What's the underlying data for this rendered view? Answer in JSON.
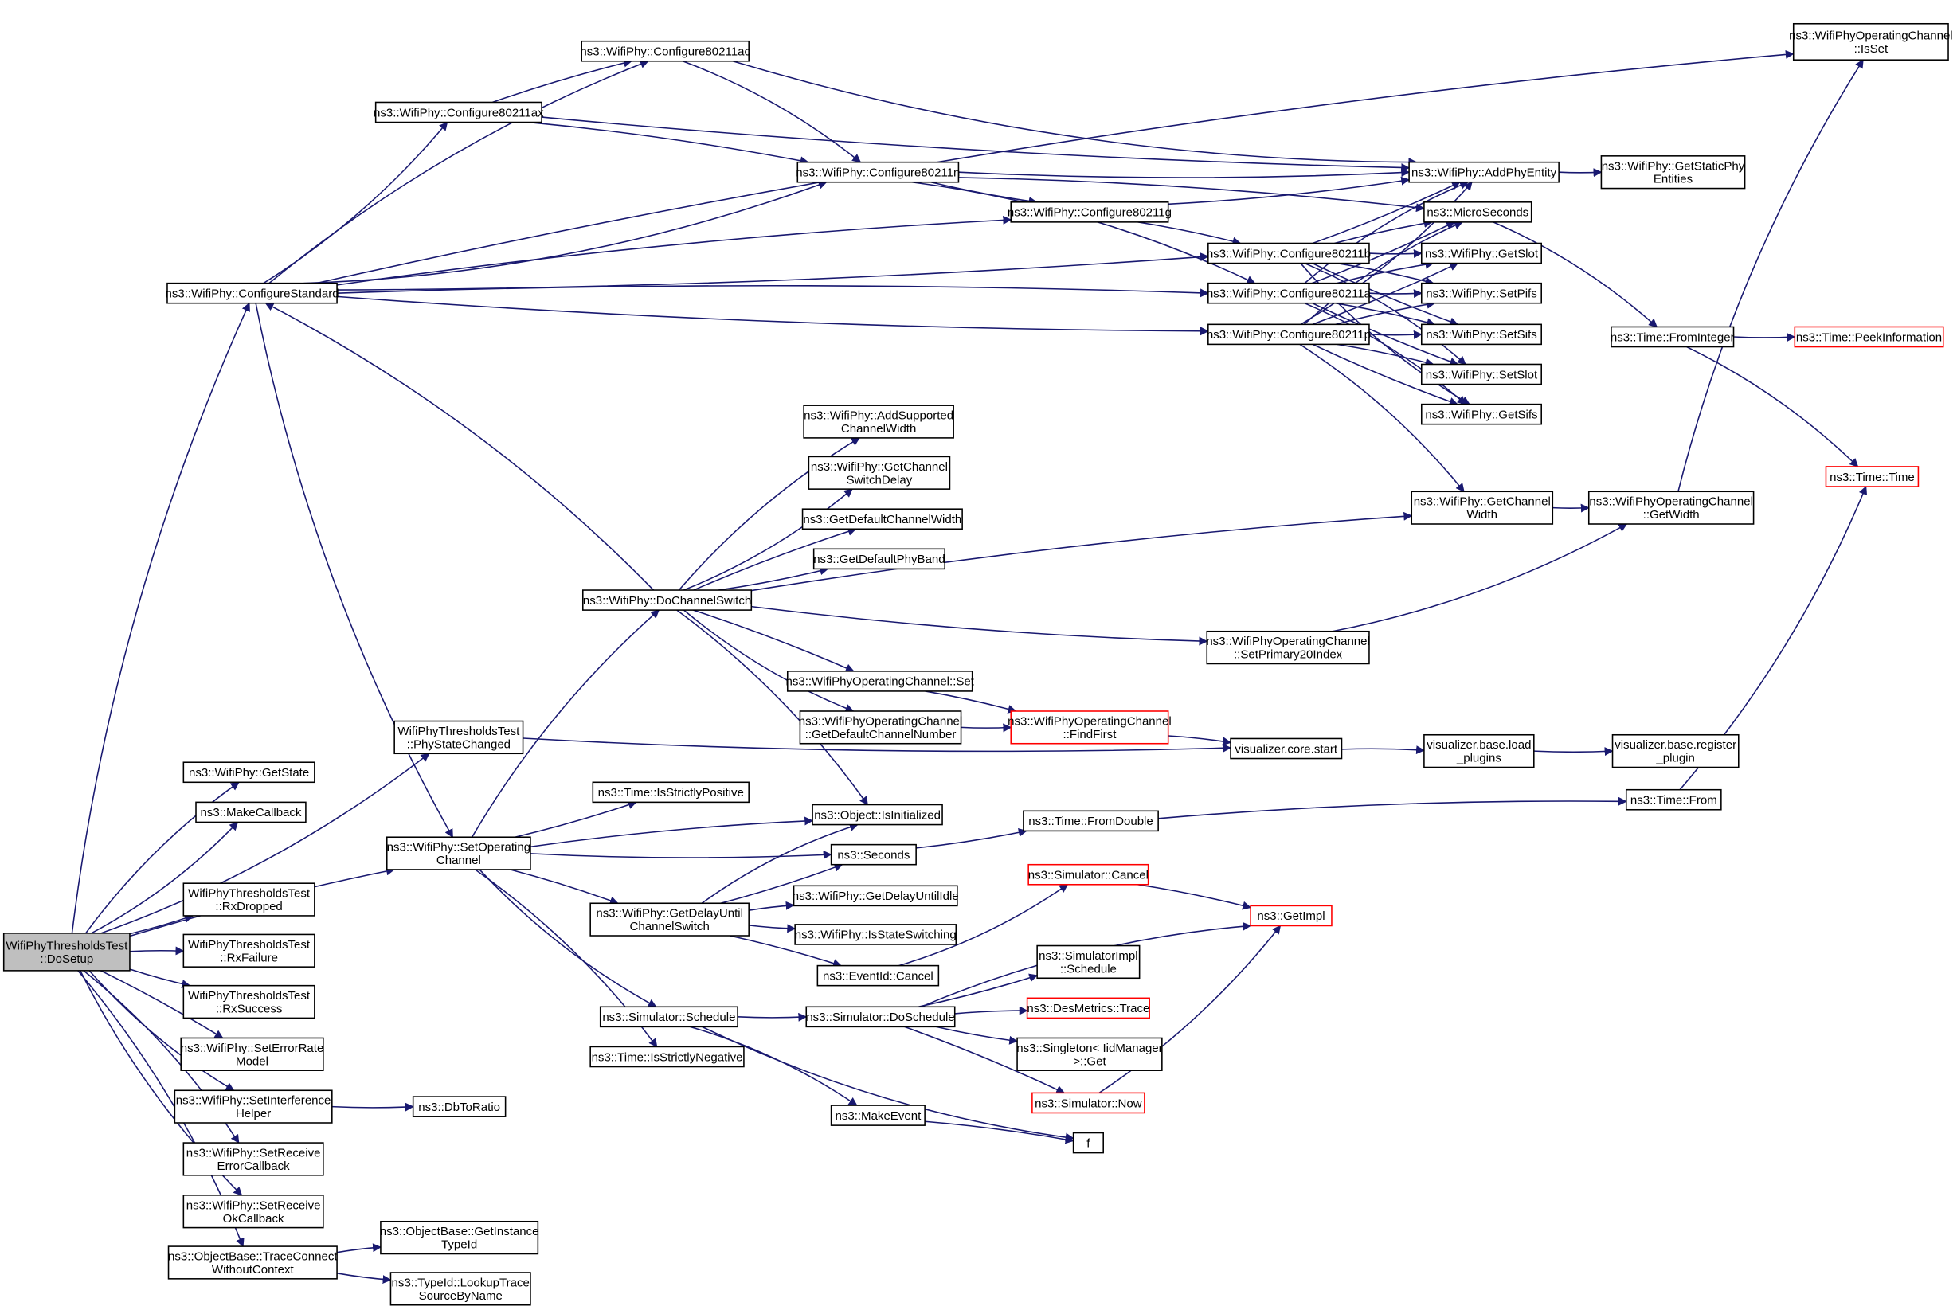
{
  "title": "WifiPhyThresholdsTest::DoSetup call graph",
  "colors": {
    "edge": "#191970",
    "node_border": "#000000",
    "truncated_border": "#ff0000",
    "root_fill": "#bfbfbf",
    "node_fill": "#ffffff",
    "background": "#ffffff"
  },
  "nodes": {
    "dosetup": {
      "lines": [
        "WifiPhyThresholdsTest",
        "::DoSetup"
      ],
      "kind": "root"
    },
    "configure_standard": {
      "lines": [
        "ns3::WifiPhy::ConfigureStandard"
      ]
    },
    "configure_ax": {
      "lines": [
        "ns3::WifiPhy::Configure80211ax"
      ]
    },
    "configure_ac": {
      "lines": [
        "ns3::WifiPhy::Configure80211ac"
      ]
    },
    "configure_n": {
      "lines": [
        "ns3::WifiPhy::Configure80211n"
      ]
    },
    "configure_g": {
      "lines": [
        "ns3::WifiPhy::Configure80211g"
      ]
    },
    "configure_b": {
      "lines": [
        "ns3::WifiPhy::Configure80211b"
      ]
    },
    "configure_a": {
      "lines": [
        "ns3::WifiPhy::Configure80211a"
      ]
    },
    "configure_p": {
      "lines": [
        "ns3::WifiPhy::Configure80211p"
      ]
    },
    "add_phy_entity": {
      "lines": [
        "ns3::WifiPhy::AddPhyEntity"
      ]
    },
    "get_static_phy_entities": {
      "lines": [
        "ns3::WifiPhy::GetStaticPhy",
        "Entities"
      ]
    },
    "micro_seconds": {
      "lines": [
        "ns3::MicroSeconds"
      ]
    },
    "get_slot": {
      "lines": [
        "ns3::WifiPhy::GetSlot"
      ]
    },
    "set_pifs": {
      "lines": [
        "ns3::WifiPhy::SetPifs"
      ]
    },
    "set_sifs": {
      "lines": [
        "ns3::WifiPhy::SetSifs"
      ]
    },
    "set_slot": {
      "lines": [
        "ns3::WifiPhy::SetSlot"
      ]
    },
    "get_sifs": {
      "lines": [
        "ns3::WifiPhy::GetSifs"
      ]
    },
    "is_set": {
      "lines": [
        "ns3::WifiPhyOperatingChannel",
        "::IsSet"
      ]
    },
    "from_integer": {
      "lines": [
        "ns3::Time::FromInteger"
      ]
    },
    "peek_information": {
      "lines": [
        "ns3::Time::PeekInformation"
      ],
      "kind": "truncated"
    },
    "time_time": {
      "lines": [
        "ns3::Time::Time"
      ],
      "kind": "truncated"
    },
    "get_channel_width": {
      "lines": [
        "ns3::WifiPhy::GetChannel",
        "Width"
      ]
    },
    "get_width": {
      "lines": [
        "ns3::WifiPhyOperatingChannel",
        "::GetWidth"
      ]
    },
    "add_supported_channel_width": {
      "lines": [
        "ns3::WifiPhy::AddSupported",
        "ChannelWidth"
      ]
    },
    "get_channel_switch_delay": {
      "lines": [
        "ns3::WifiPhy::GetChannel",
        "SwitchDelay"
      ]
    },
    "get_default_channel_width": {
      "lines": [
        "ns3::GetDefaultChannelWidth"
      ]
    },
    "get_default_phy_band": {
      "lines": [
        "ns3::GetDefaultPhyBand"
      ]
    },
    "do_channel_switch": {
      "lines": [
        "ns3::WifiPhy::DoChannelSwitch"
      ]
    },
    "set_primary20_index": {
      "lines": [
        "ns3::WifiPhyOperatingChannel",
        "::SetPrimary20Index"
      ]
    },
    "operating_channel_set": {
      "lines": [
        "ns3::WifiPhyOperatingChannel::Set"
      ]
    },
    "get_default_channel_number": {
      "lines": [
        "ns3::WifiPhyOperatingChannel",
        "::GetDefaultChannelNumber"
      ]
    },
    "find_first": {
      "lines": [
        "ns3::WifiPhyOperatingChannel",
        "::FindFirst"
      ],
      "kind": "truncated"
    },
    "visualizer_core_start": {
      "lines": [
        "visualizer.core.start"
      ]
    },
    "visualizer_load_plugins": {
      "lines": [
        "visualizer.base.load",
        "_plugins"
      ]
    },
    "visualizer_register_plugin": {
      "lines": [
        "visualizer.base.register",
        "_plugin"
      ]
    },
    "phy_state_changed": {
      "lines": [
        "WifiPhyThresholdsTest",
        "::PhyStateChanged"
      ]
    },
    "get_state": {
      "lines": [
        "ns3::WifiPhy::GetState"
      ]
    },
    "make_callback": {
      "lines": [
        "ns3::MakeCallback"
      ]
    },
    "set_operating_channel": {
      "lines": [
        "ns3::WifiPhy::SetOperating",
        "Channel"
      ]
    },
    "is_strictly_positive": {
      "lines": [
        "ns3::Time::IsStrictlyPositive"
      ]
    },
    "is_initialized": {
      "lines": [
        "ns3::Object::IsInitialized"
      ]
    },
    "seconds": {
      "lines": [
        "ns3::Seconds"
      ]
    },
    "from_double": {
      "lines": [
        "ns3::Time::FromDouble"
      ]
    },
    "time_from": {
      "lines": [
        "ns3::Time::From"
      ]
    },
    "get_delay_until_channel_switch": {
      "lines": [
        "ns3::WifiPhy::GetDelayUntil",
        "ChannelSwitch"
      ]
    },
    "get_delay_until_idle": {
      "lines": [
        "ns3::WifiPhy::GetDelayUntilIdle"
      ]
    },
    "is_state_switching": {
      "lines": [
        "ns3::WifiPhy::IsStateSwitching"
      ]
    },
    "event_id_cancel": {
      "lines": [
        "ns3::EventId::Cancel"
      ]
    },
    "simulator_cancel": {
      "lines": [
        "ns3::Simulator::Cancel"
      ],
      "kind": "truncated"
    },
    "get_impl": {
      "lines": [
        "ns3::GetImpl"
      ],
      "kind": "truncated"
    },
    "simulator_impl_schedule": {
      "lines": [
        "ns3::SimulatorImpl",
        "::Schedule"
      ]
    },
    "des_metrics_trace": {
      "lines": [
        "ns3::DesMetrics::Trace"
      ],
      "kind": "truncated"
    },
    "singleton_get": {
      "lines": [
        "ns3::Singleton< IidManager",
        ">::Get"
      ]
    },
    "simulator_now": {
      "lines": [
        "ns3::Simulator::Now"
      ],
      "kind": "truncated"
    },
    "simulator_schedule": {
      "lines": [
        "ns3::Simulator::Schedule"
      ]
    },
    "simulator_do_schedule": {
      "lines": [
        "ns3::Simulator::DoSchedule"
      ]
    },
    "is_strictly_negative": {
      "lines": [
        "ns3::Time::IsStrictlyNegative"
      ]
    },
    "make_event": {
      "lines": [
        "ns3::MakeEvent"
      ]
    },
    "f": {
      "lines": [
        "f"
      ]
    },
    "rx_dropped": {
      "lines": [
        "WifiPhyThresholdsTest",
        "::RxDropped"
      ]
    },
    "rx_failure": {
      "lines": [
        "WifiPhyThresholdsTest",
        "::RxFailure"
      ]
    },
    "rx_success": {
      "lines": [
        "WifiPhyThresholdsTest",
        "::RxSuccess"
      ]
    },
    "set_error_rate_model": {
      "lines": [
        "ns3::WifiPhy::SetErrorRate",
        "Model"
      ]
    },
    "set_interference_helper": {
      "lines": [
        "ns3::WifiPhy::SetInterference",
        "Helper"
      ]
    },
    "db_to_ratio": {
      "lines": [
        "ns3::DbToRatio"
      ]
    },
    "set_receive_error_callback": {
      "lines": [
        "ns3::WifiPhy::SetReceive",
        "ErrorCallback"
      ]
    },
    "set_receive_ok_callback": {
      "lines": [
        "ns3::WifiPhy::SetReceive",
        "OkCallback"
      ]
    },
    "trace_connect_without_context": {
      "lines": [
        "ns3::ObjectBase::TraceConnect",
        "WithoutContext"
      ]
    },
    "get_instance_type_id": {
      "lines": [
        "ns3::ObjectBase::GetInstance",
        "TypeId"
      ]
    },
    "lookup_trace_source_by_name": {
      "lines": [
        "ns3::TypeId::LookupTrace",
        "SourceByName"
      ]
    }
  },
  "edges": [
    [
      "dosetup",
      "configure_standard"
    ],
    [
      "dosetup",
      "phy_state_changed"
    ],
    [
      "dosetup",
      "get_state"
    ],
    [
      "dosetup",
      "make_callback"
    ],
    [
      "dosetup",
      "set_operating_channel"
    ],
    [
      "dosetup",
      "rx_dropped"
    ],
    [
      "dosetup",
      "rx_failure"
    ],
    [
      "dosetup",
      "rx_success"
    ],
    [
      "dosetup",
      "set_error_rate_model"
    ],
    [
      "dosetup",
      "set_interference_helper"
    ],
    [
      "dosetup",
      "set_receive_error_callback"
    ],
    [
      "dosetup",
      "set_receive_ok_callback"
    ],
    [
      "dosetup",
      "trace_connect_without_context"
    ],
    [
      "configure_standard",
      "configure_ax"
    ],
    [
      "configure_standard",
      "configure_ac"
    ],
    [
      "configure_standard",
      "configure_n"
    ],
    [
      "configure_standard",
      "configure_g"
    ],
    [
      "configure_standard",
      "configure_b"
    ],
    [
      "configure_standard",
      "configure_a"
    ],
    [
      "configure_standard",
      "configure_p"
    ],
    [
      "configure_standard",
      "is_set"
    ],
    [
      "configure_standard",
      "set_operating_channel"
    ],
    [
      "configure_ax",
      "configure_ac"
    ],
    [
      "configure_ax",
      "add_phy_entity"
    ],
    [
      "configure_ax",
      "configure_n"
    ],
    [
      "configure_ac",
      "add_phy_entity"
    ],
    [
      "configure_ac",
      "configure_n"
    ],
    [
      "configure_n",
      "add_phy_entity"
    ],
    [
      "configure_n",
      "micro_seconds"
    ],
    [
      "configure_n",
      "configure_g"
    ],
    [
      "configure_n",
      "configure_a"
    ],
    [
      "configure_g",
      "add_phy_entity"
    ],
    [
      "configure_g",
      "configure_b"
    ],
    [
      "configure_b",
      "add_phy_entity"
    ],
    [
      "configure_b",
      "micro_seconds"
    ],
    [
      "configure_b",
      "get_slot"
    ],
    [
      "configure_b",
      "set_pifs"
    ],
    [
      "configure_b",
      "set_sifs"
    ],
    [
      "configure_b",
      "set_slot"
    ],
    [
      "configure_b",
      "get_sifs"
    ],
    [
      "configure_a",
      "add_phy_entity"
    ],
    [
      "configure_a",
      "micro_seconds"
    ],
    [
      "configure_a",
      "get_slot"
    ],
    [
      "configure_a",
      "set_pifs"
    ],
    [
      "configure_a",
      "set_sifs"
    ],
    [
      "configure_a",
      "set_slot"
    ],
    [
      "configure_a",
      "get_sifs"
    ],
    [
      "configure_p",
      "add_phy_entity"
    ],
    [
      "configure_p",
      "micro_seconds"
    ],
    [
      "configure_p",
      "get_slot"
    ],
    [
      "configure_p",
      "set_pifs"
    ],
    [
      "configure_p",
      "set_sifs"
    ],
    [
      "configure_p",
      "set_slot"
    ],
    [
      "configure_p",
      "get_sifs"
    ],
    [
      "configure_p",
      "get_channel_width"
    ],
    [
      "add_phy_entity",
      "get_static_phy_entities"
    ],
    [
      "micro_seconds",
      "from_integer"
    ],
    [
      "from_integer",
      "peek_information"
    ],
    [
      "from_integer",
      "time_time"
    ],
    [
      "get_channel_width",
      "get_width"
    ],
    [
      "get_width",
      "is_set"
    ],
    [
      "do_channel_switch",
      "configure_standard"
    ],
    [
      "do_channel_switch",
      "add_supported_channel_width"
    ],
    [
      "do_channel_switch",
      "get_channel_switch_delay"
    ],
    [
      "do_channel_switch",
      "get_default_channel_width"
    ],
    [
      "do_channel_switch",
      "get_default_phy_band"
    ],
    [
      "do_channel_switch",
      "get_channel_width"
    ],
    [
      "do_channel_switch",
      "set_primary20_index"
    ],
    [
      "do_channel_switch",
      "operating_channel_set"
    ],
    [
      "do_channel_switch",
      "get_default_channel_number"
    ],
    [
      "do_channel_switch",
      "is_initialized"
    ],
    [
      "set_primary20_index",
      "get_width"
    ],
    [
      "operating_channel_set",
      "find_first"
    ],
    [
      "get_default_channel_number",
      "find_first"
    ],
    [
      "find_first",
      "visualizer_core_start"
    ],
    [
      "phy_state_changed",
      "visualizer_core_start"
    ],
    [
      "visualizer_core_start",
      "visualizer_load_plugins"
    ],
    [
      "visualizer_load_plugins",
      "visualizer_register_plugin"
    ],
    [
      "set_operating_channel",
      "do_channel_switch"
    ],
    [
      "set_operating_channel",
      "is_strictly_positive"
    ],
    [
      "set_operating_channel",
      "is_initialized"
    ],
    [
      "set_operating_channel",
      "seconds"
    ],
    [
      "set_operating_channel",
      "get_delay_until_channel_switch"
    ],
    [
      "set_operating_channel",
      "simulator_schedule"
    ],
    [
      "set_operating_channel",
      "is_strictly_negative"
    ],
    [
      "seconds",
      "from_double"
    ],
    [
      "from_double",
      "time_from"
    ],
    [
      "time_from",
      "time_time"
    ],
    [
      "get_delay_until_channel_switch",
      "is_initialized"
    ],
    [
      "get_delay_until_channel_switch",
      "seconds"
    ],
    [
      "get_delay_until_channel_switch",
      "get_delay_until_idle"
    ],
    [
      "get_delay_until_channel_switch",
      "is_state_switching"
    ],
    [
      "get_delay_until_channel_switch",
      "event_id_cancel"
    ],
    [
      "event_id_cancel",
      "simulator_cancel"
    ],
    [
      "simulator_cancel",
      "get_impl"
    ],
    [
      "simulator_schedule",
      "simulator_do_schedule"
    ],
    [
      "simulator_schedule",
      "make_event"
    ],
    [
      "simulator_schedule",
      "f"
    ],
    [
      "simulator_do_schedule",
      "get_impl"
    ],
    [
      "simulator_do_schedule",
      "simulator_impl_schedule"
    ],
    [
      "simulator_do_schedule",
      "des_metrics_trace"
    ],
    [
      "simulator_do_schedule",
      "singleton_get"
    ],
    [
      "simulator_do_schedule",
      "simulator_now"
    ],
    [
      "simulator_now",
      "get_impl"
    ],
    [
      "make_event",
      "f"
    ],
    [
      "set_interference_helper",
      "db_to_ratio"
    ],
    [
      "trace_connect_without_context",
      "get_instance_type_id"
    ],
    [
      "trace_connect_without_context",
      "lookup_trace_source_by_name"
    ]
  ]
}
